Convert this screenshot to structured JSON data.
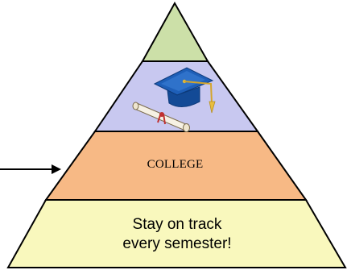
{
  "pyramid": {
    "levels": [
      {
        "id": "top",
        "label": "",
        "fill": "#cce0a8"
      },
      {
        "id": "graduation",
        "label": "",
        "fill": "#c8c8f0"
      },
      {
        "id": "college",
        "label": "COLLEGE",
        "fill": "#f7b985"
      },
      {
        "id": "base",
        "label_line1": "Stay on track",
        "label_line2": "every semester!",
        "fill": "#f9f8bd"
      }
    ],
    "outline_color": "#000000",
    "pointer_arrow_color": "#000000",
    "icons": [
      "graduation-cap-icon",
      "diploma-scroll-icon"
    ]
  }
}
